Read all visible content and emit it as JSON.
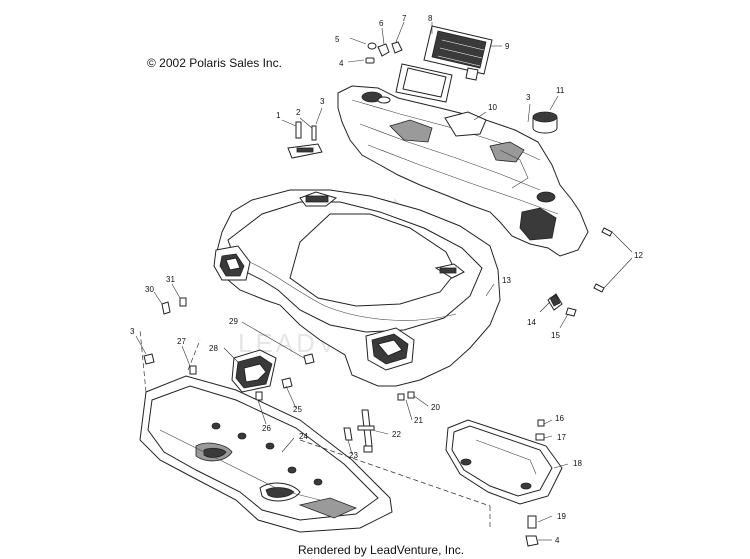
{
  "copyright": "© 2002 Polaris Sales Inc.",
  "footer": "Rendered by LeadVenture, Inc.",
  "watermark": "LEADVENTURE",
  "callouts": [
    "1",
    "2",
    "3",
    "4",
    "5",
    "6",
    "7",
    "8",
    "9",
    "10",
    "11",
    "3",
    "12",
    "13",
    "14",
    "15",
    "16",
    "17",
    "18",
    "19",
    "4",
    "20",
    "21",
    "22",
    "23",
    "24",
    "25",
    "26",
    "27",
    "28",
    "29",
    "3",
    "30",
    "31"
  ]
}
